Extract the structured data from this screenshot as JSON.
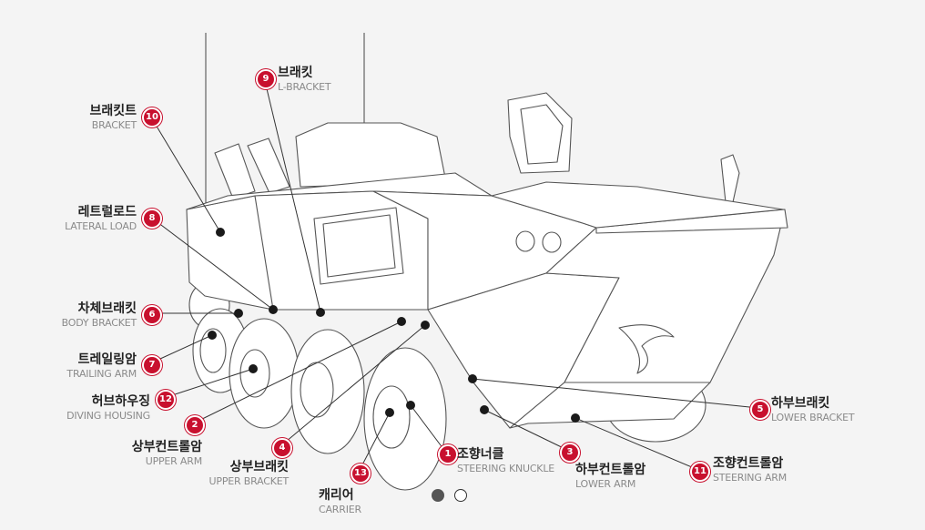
{
  "callouts": [
    {
      "num": "1",
      "ko": "조향너클",
      "en": "STEERING KNUCKLE"
    },
    {
      "num": "2",
      "ko": "상부컨트롤암",
      "en": "UPPER ARM"
    },
    {
      "num": "3",
      "ko": "하부컨트롤암",
      "en": "LOWER ARM"
    },
    {
      "num": "4",
      "ko": "상부브래킷",
      "en": "UPPER BRACKET"
    },
    {
      "num": "5",
      "ko": "하부브래킷",
      "en": "LOWER BRACKET"
    },
    {
      "num": "6",
      "ko": "차체브래킷",
      "en": "BODY BRACKET"
    },
    {
      "num": "7",
      "ko": "트레일링암",
      "en": "TRAILING ARM"
    },
    {
      "num": "8",
      "ko": "레트럴로드",
      "en": "LATERAL LOAD"
    },
    {
      "num": "9",
      "ko": "브래킷",
      "en": "L-BRACKET"
    },
    {
      "num": "10",
      "ko": "브래킷트",
      "en": "BRACKET"
    },
    {
      "num": "11",
      "ko": "조향컨트롤암",
      "en": "STEERING ARM"
    },
    {
      "num": "12",
      "ko": "허브하우징",
      "en": "DIVING HOUSING"
    },
    {
      "num": "13",
      "ko": "캐리어",
      "en": "CARRIER"
    }
  ],
  "pager": {
    "total": 2,
    "active": 1
  },
  "colors": {
    "badge": "#c8102e",
    "line": "#333333",
    "dot": "#1a1a1a"
  }
}
